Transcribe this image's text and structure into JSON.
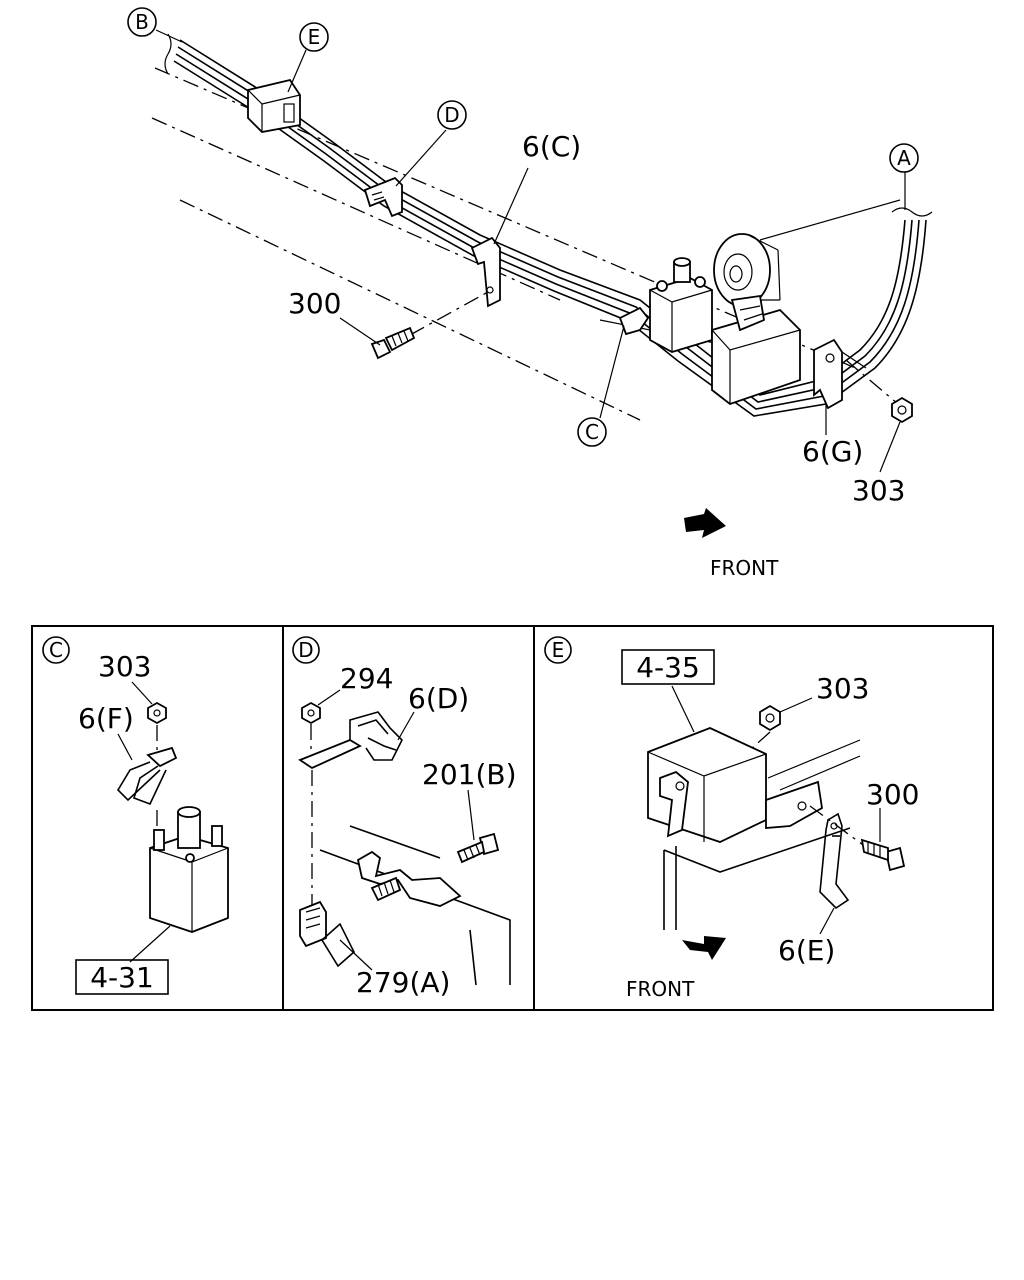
{
  "main": {
    "callouts": {
      "a": "A",
      "b": "B",
      "c": "C",
      "d": "D",
      "e": "E"
    },
    "labels": {
      "clip_6c": "6(C)",
      "clip_6g": "6(G)",
      "bolt_300": "300",
      "nut_303": "303"
    },
    "front": "FRONT"
  },
  "panel_c": {
    "tag": "C",
    "nut": "303",
    "clip": "6(F)",
    "ref_box": "4-31"
  },
  "panel_d": {
    "tag": "D",
    "nut": "294",
    "clip": "6(D)",
    "bolt": "201(B)",
    "bracket": "279(A)"
  },
  "panel_e": {
    "tag": "E",
    "ref_box": "4-35",
    "nut": "303",
    "bolt": "300",
    "clip": "6(E)",
    "front": "FRONT"
  }
}
